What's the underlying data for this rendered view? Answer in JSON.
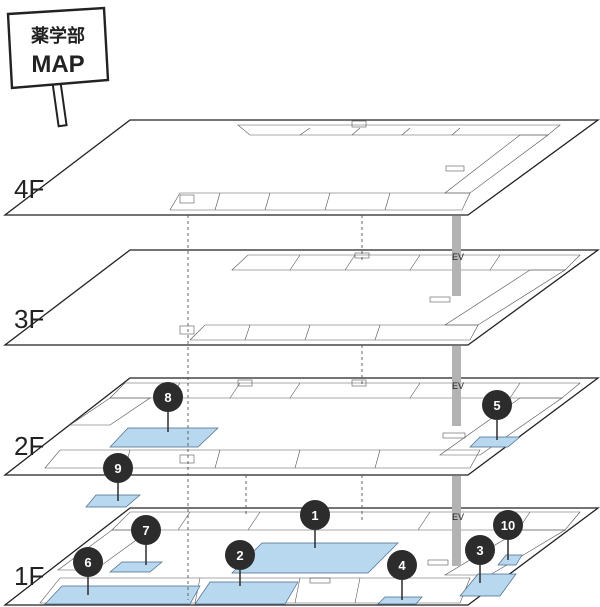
{
  "sign": {
    "line1": "薬学部",
    "line2": "MAP"
  },
  "floors": [
    {
      "id": "4f",
      "label": "4F"
    },
    {
      "id": "3f",
      "label": "3F"
    },
    {
      "id": "2f",
      "label": "2F"
    },
    {
      "id": "1f",
      "label": "1F"
    }
  ],
  "elevator": {
    "label": "EV"
  },
  "pins": [
    "1",
    "2",
    "3",
    "4",
    "5",
    "6",
    "7",
    "8",
    "9",
    "10"
  ],
  "colors": {
    "highlight": "#b8d8f0",
    "pin": "#2c2c2c",
    "elevator": "#b3b3b3"
  }
}
